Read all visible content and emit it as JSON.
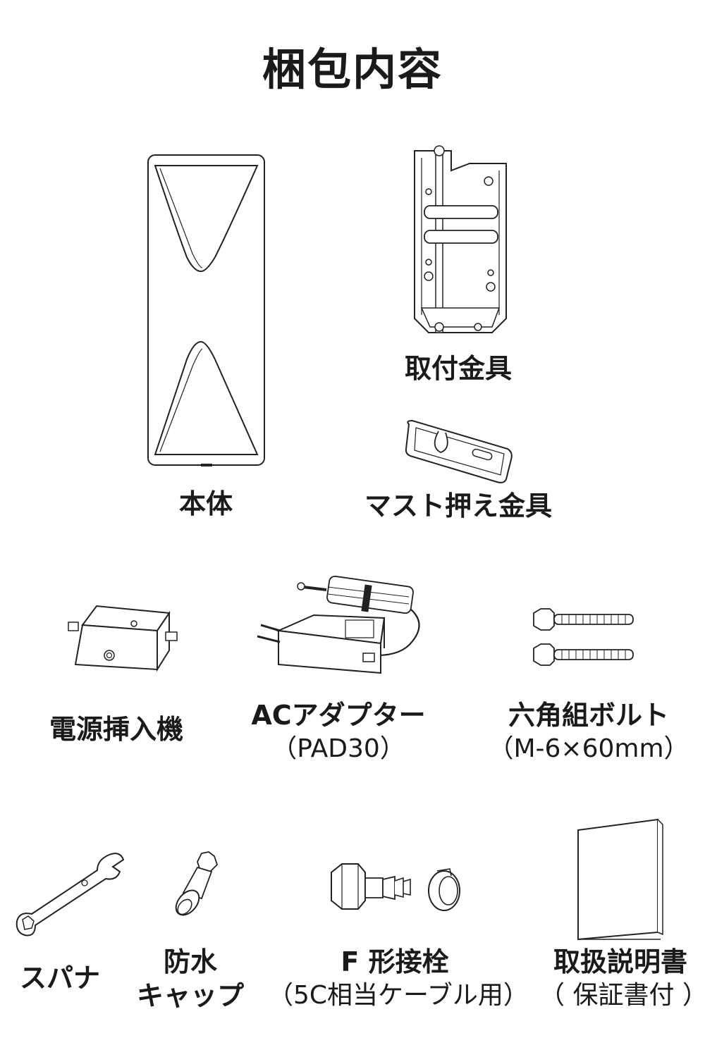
{
  "page_title": "梱包内容",
  "items": [
    {
      "name": "本体"
    },
    {
      "name": "取付金具"
    },
    {
      "name": "マスト押え金具"
    },
    {
      "name": "電源挿入機"
    },
    {
      "name": "ACアダプター",
      "sub": "（PAD30）"
    },
    {
      "name": "六角組ボルト",
      "sub": "（M-6×60mm）"
    },
    {
      "name": "スパナ"
    },
    {
      "name": "防水",
      "sub": "キャップ"
    },
    {
      "name": "F 形接栓",
      "sub": "（5C相当ケーブル用）"
    },
    {
      "name": "取扱説明書",
      "sub": "（ 保証書付 ）"
    }
  ]
}
